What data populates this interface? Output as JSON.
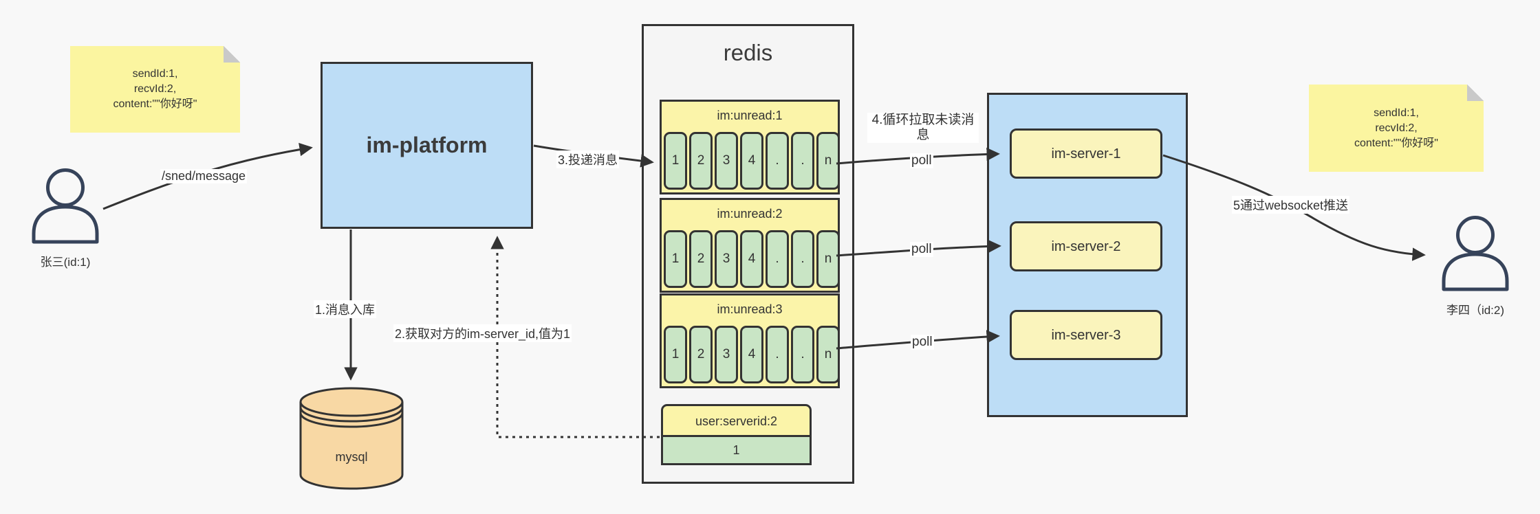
{
  "palette": {
    "background": "#F8F8F8",
    "border": "#333333",
    "blue_fill": "#BDDDF6",
    "note_yellow": "#FBF5A0",
    "queue_yellow": "#FBF4A9",
    "server_yellow": "#FAF4BC",
    "cell_green": "#C9E5C5",
    "db_orange": "#F8D8A4",
    "container_gray": "#F5F5F5",
    "fold_gray": "#C9C9C9",
    "actor_stroke": "#36435A"
  },
  "notes": {
    "left": {
      "text": "sendId:1,\nrecvId:2,\ncontent:\"\"你好呀\""
    },
    "right": {
      "text": "sendId:1,\nrecvId:2,\ncontent:\"\"你好呀\""
    }
  },
  "actors": {
    "sender": {
      "label": "张三(id:1)"
    },
    "receiver": {
      "label": "李四（id:2)"
    }
  },
  "platform": {
    "label": "im-platform"
  },
  "database": {
    "label": "mysql"
  },
  "redis": {
    "title": "redis",
    "queues": [
      {
        "title": "im:unread:1",
        "cells": [
          "1",
          "2",
          "3",
          "4",
          ".",
          ".",
          "n"
        ]
      },
      {
        "title": "im:unread:2",
        "cells": [
          "1",
          "2",
          "3",
          "4",
          ".",
          ".",
          "n"
        ]
      },
      {
        "title": "im:unread:3",
        "cells": [
          "1",
          "2",
          "3",
          "4",
          ".",
          ".",
          "n"
        ]
      }
    ],
    "kv": {
      "title": "user:serverid:2",
      "value": "1"
    }
  },
  "servers": [
    {
      "label": "im-server-1"
    },
    {
      "label": "im-server-2"
    },
    {
      "label": "im-server-3"
    }
  ],
  "edges": {
    "send": "/sned/message",
    "step1": "1.消息入库",
    "step2": "2.获取对方的im-server_id,值为1",
    "step3": "3.投递消息",
    "step4": "4.循环拉取未读消息",
    "step5": "5通过websocket推送",
    "poll": "poll"
  }
}
